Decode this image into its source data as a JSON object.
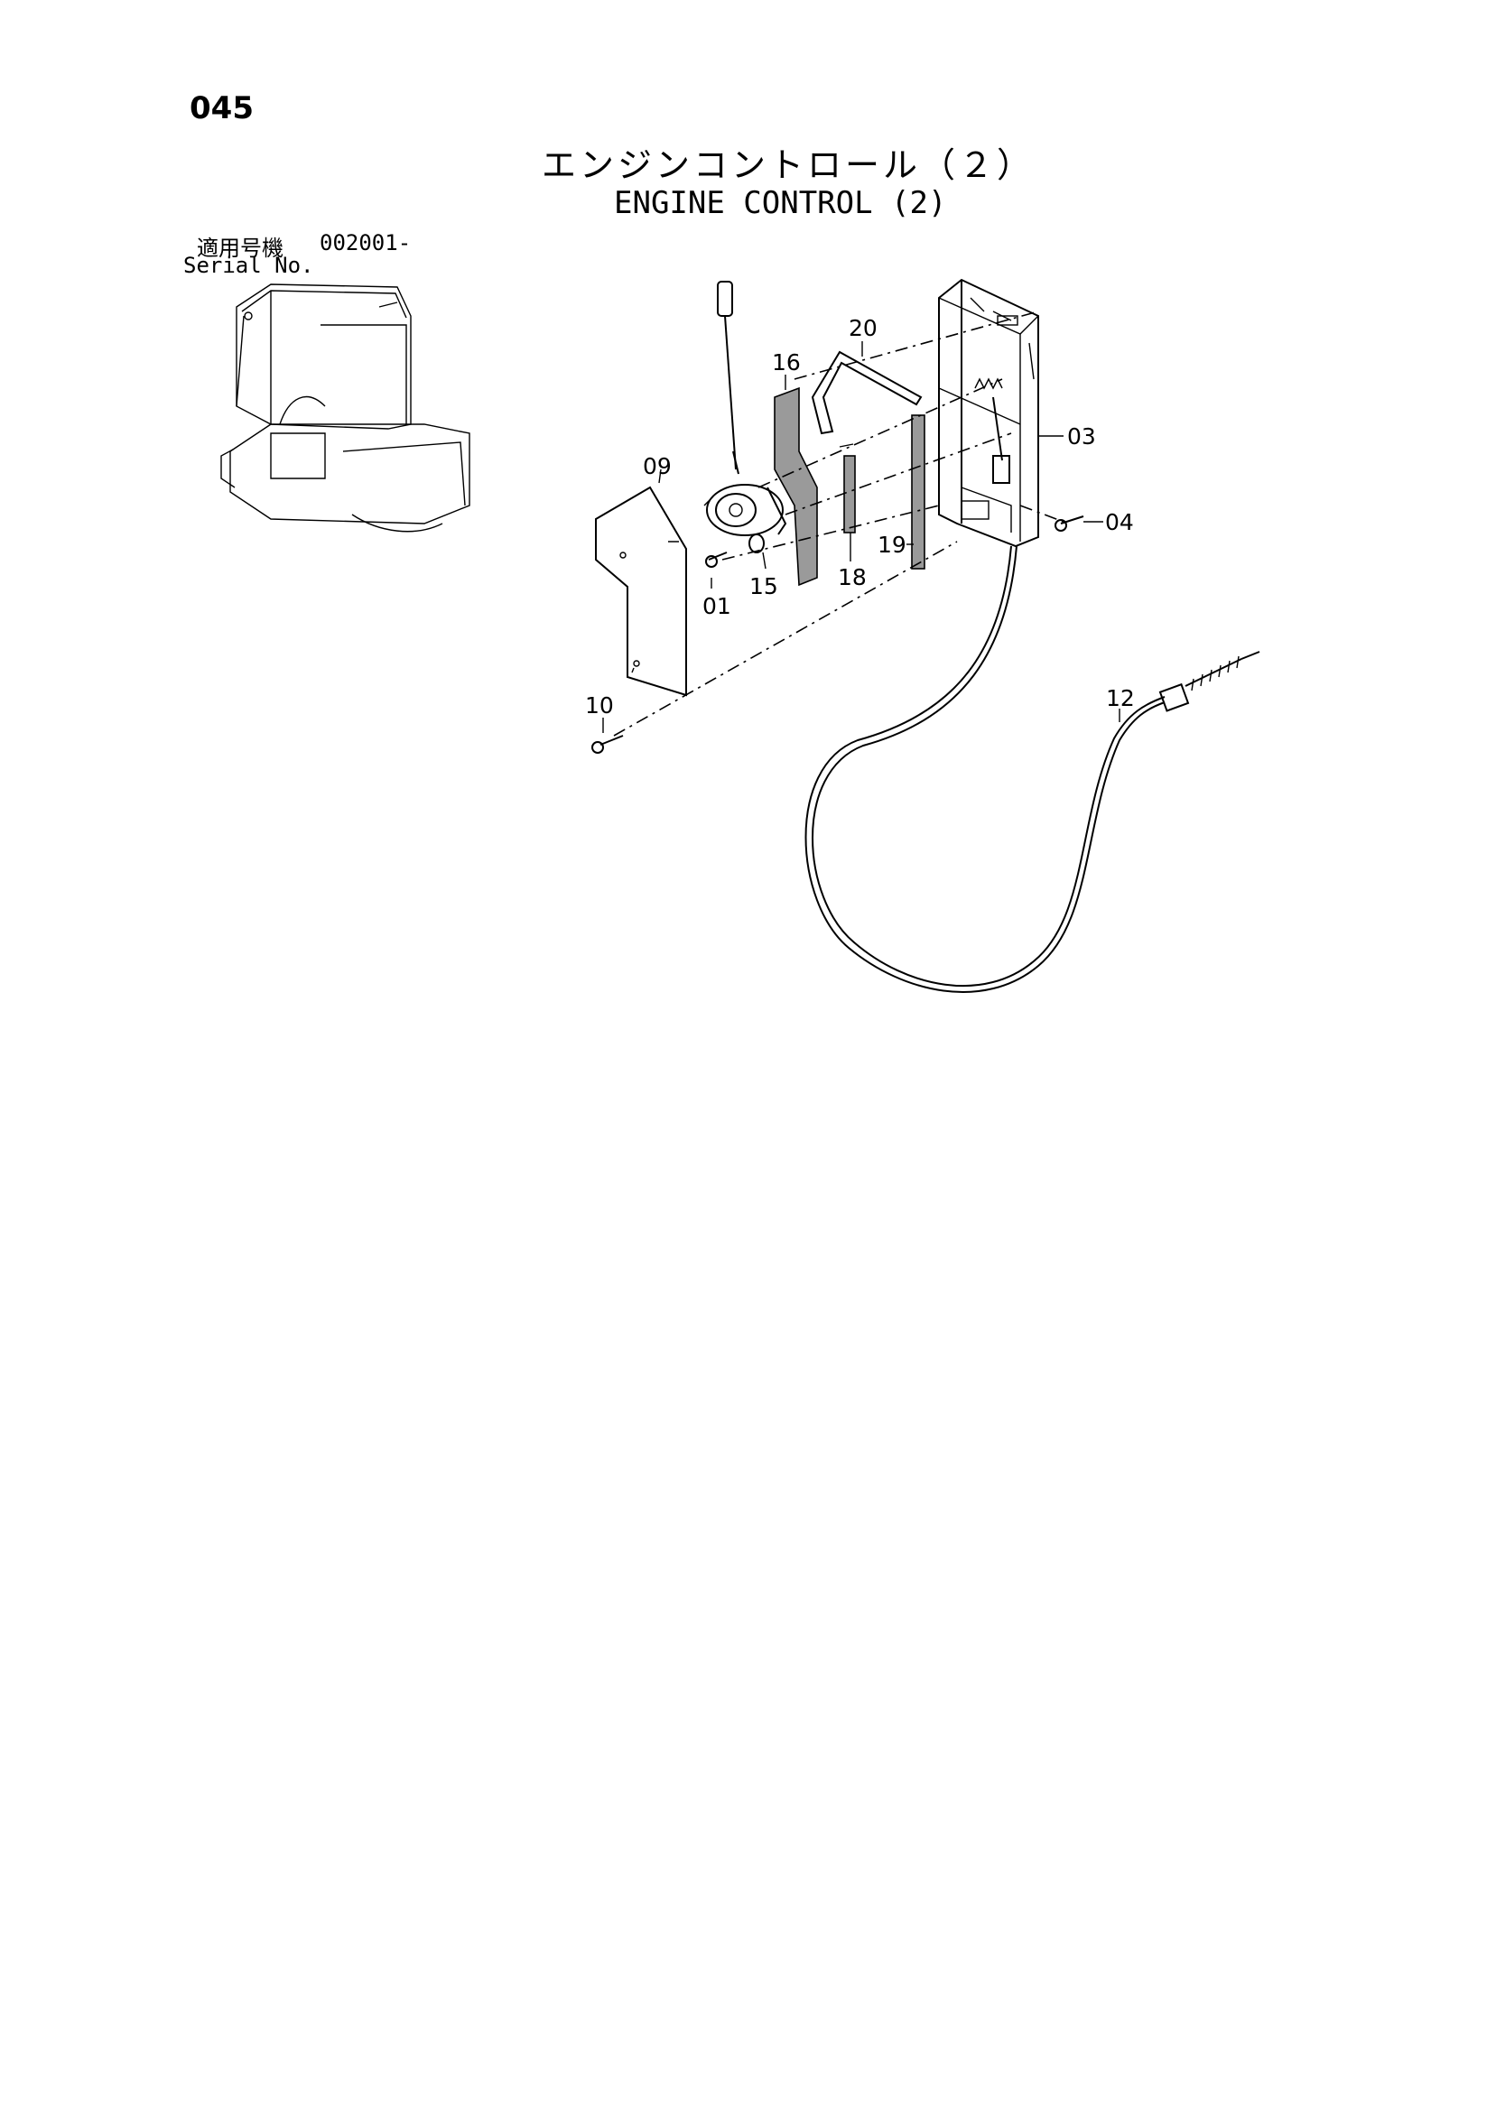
{
  "page": {
    "number": "045",
    "title_jp": "エンジンコントロール（２）",
    "title_en": "ENGINE CONTROL (2)"
  },
  "serial": {
    "label_jp": "適用号機",
    "value": "002001-",
    "label_en": "Serial No."
  },
  "callouts": {
    "c01": "01",
    "c03": "03",
    "c04": "04",
    "c09": "09",
    "c10": "10",
    "c12": "12",
    "c15": "15",
    "c16": "16",
    "c18": "18",
    "c19": "19",
    "c20": "20"
  }
}
